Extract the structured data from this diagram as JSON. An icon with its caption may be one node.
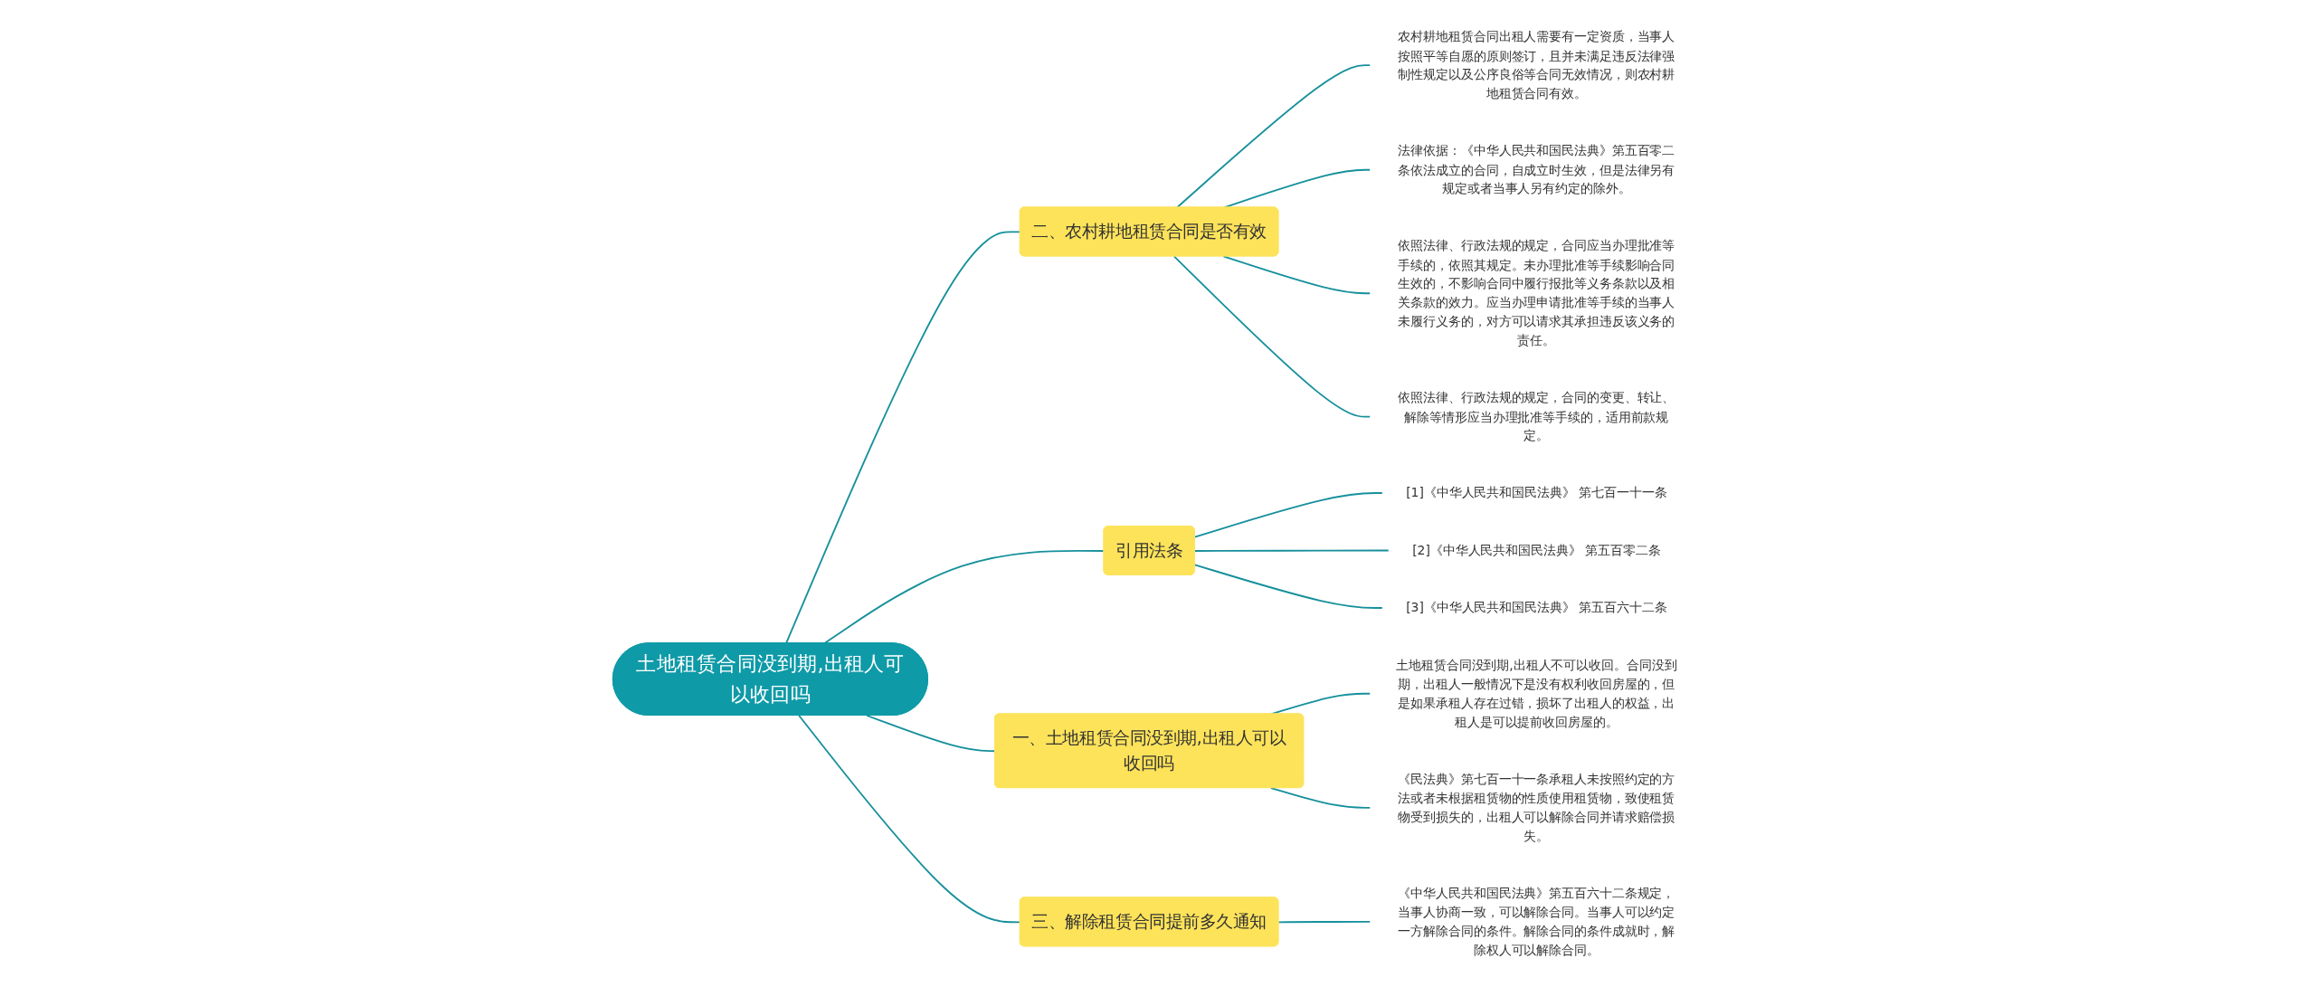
{
  "diagram": {
    "nodes": [
      {
        "text": [
          "土地租赁合同没到期,出租人可以收回吗"
        ]
      },
      {
        "text": [
          "二、农村耕地租赁合同是否有效"
        ]
      },
      {
        "text": [
          "农村耕地租赁合同出租人需要有一定资质，当事人按照平等自愿的原则签订，且并未满足违反法律强制性规定以及公序良俗等合同无效情况，则农村耕地租赁合同有效。"
        ]
      },
      {
        "text": [
          "法律依据：《中华人民共和国民法典》第五百零二条依法成立的合同，自成立时生效，但是法律另有规定或者当事人另有约定的除外。"
        ]
      },
      {
        "text": [
          "依照法律、行政法规的规定，合同应当办理批准等手续的，依照其规定。未办理批准等手续影响合同生效的，不影响合同中履行报批等义务条款以及相关条款的效力。应当办理申请批准等手续的当事人未履行义务的，对方可以请求其承担违反该义务的责任。"
        ]
      },
      {
        "text": [
          "依照法律、行政法规的规定，合同的变更、转让、解除等情形应当办理批准等手续的，适用前款规定。"
        ]
      },
      {
        "text": [
          "引用法条"
        ]
      },
      {
        "text": [
          "[1]《中华人民共和国民法典》 第七百一十一条"
        ]
      },
      {
        "text": [
          "[2]《中华人民共和国民法典》 第五百零二条"
        ]
      },
      {
        "text": [
          "[3]《中华人民共和国民法典》 第五百六十二条"
        ]
      },
      {
        "text": [
          "一、土地租赁合同没到期,出租人可以收回吗"
        ]
      },
      {
        "text": [
          "土地租赁合同没到期,出租人不可以收回。合同没到期，出租人一般情况下是没有权利收回房屋的，但是如果承租人存在过错，损坏了出租人的权益，出租人是可以提前收回房屋的。"
        ]
      },
      {
        "text": [
          "《民法典》第七百一十一条承租人未按照约定的方法或者未根据租赁物的性质使用租赁物，致使租赁物受到损失的，出租人可以解除合同并请求赔偿损失。"
        ]
      },
      {
        "text": [
          "三、解除租赁合同提前多久通知"
        ]
      },
      {
        "text": [
          "《中华人民共和国民法典》第五百六十二条规定，当事人协商一致，可以解除合同。当事人可以约定一方解除合同的条件。解除合同的条件成就时，解除权人可以解除合同。"
        ]
      }
    ],
    "edges": [
      {
        "from": 0,
        "to": 1,
        "arrow": "none"
      },
      {
        "from": 1,
        "to": 2,
        "arrow": "none"
      },
      {
        "from": 1,
        "to": 3,
        "arrow": "none"
      },
      {
        "from": 1,
        "to": 4,
        "arrow": "none"
      },
      {
        "from": 1,
        "to": 5,
        "arrow": "none"
      },
      {
        "from": 0,
        "to": 6,
        "arrow": "none"
      },
      {
        "from": 6,
        "to": 7,
        "arrow": "none"
      },
      {
        "from": 6,
        "to": 8,
        "arrow": "none"
      },
      {
        "from": 6,
        "to": 9,
        "arrow": "none"
      },
      {
        "from": 0,
        "to": 10,
        "arrow": "none"
      },
      {
        "from": 10,
        "to": 11,
        "arrow": "none"
      },
      {
        "from": 10,
        "to": 12,
        "arrow": "none"
      },
      {
        "from": 0,
        "to": 13,
        "arrow": "none"
      },
      {
        "from": 13,
        "to": 14,
        "arrow": "none"
      }
    ]
  }
}
